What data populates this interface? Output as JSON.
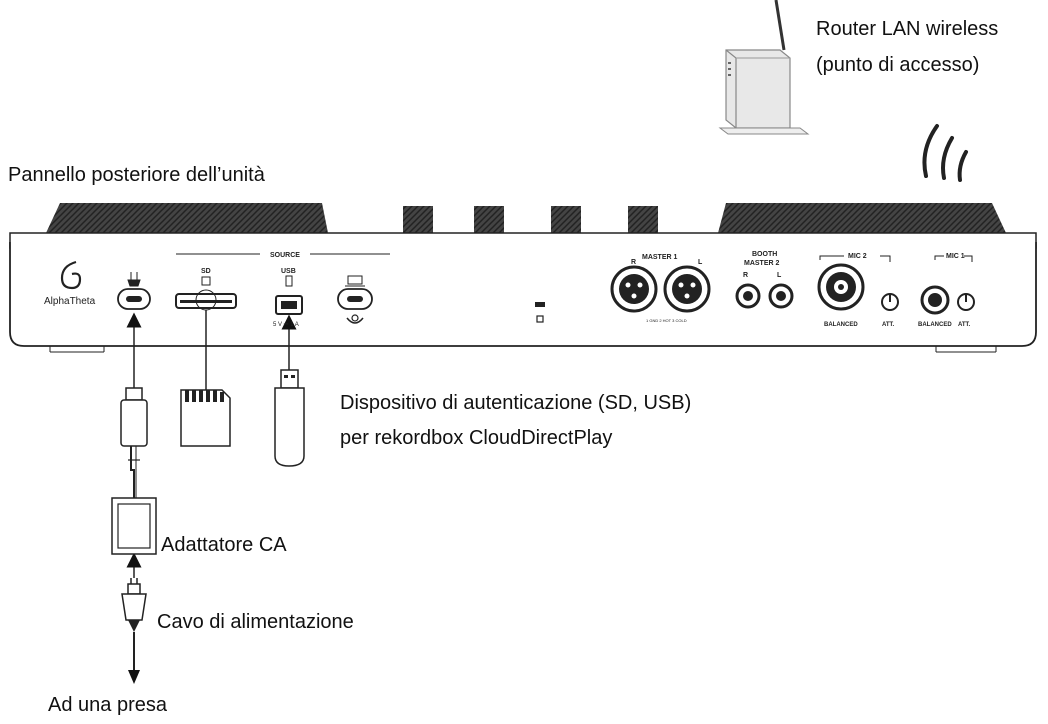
{
  "callouts": {
    "router_line1": "Router LAN wireless",
    "router_line2": "(punto di accesso)",
    "rear_panel": "Pannello posteriore dell’unità",
    "auth_line1": "Dispositivo di autenticazione (SD, USB)",
    "auth_line2": "per rekordbox CloudDirectPlay",
    "adapter": "Adattatore CA",
    "power_cable": "Cavo di alimentazione",
    "outlet": "Ad una presa"
  },
  "panel": {
    "brand": "AlphaTheta",
    "source_label": "SOURCE",
    "sd_label": "SD",
    "usb_label": "USB",
    "usb_rating": "5 V ⎓ 1 A",
    "master1_label": "MASTER 1",
    "master1_r": "R",
    "master1_l": "L",
    "booth_label": "BOOTH",
    "master2_label": "MASTER 2",
    "master2_r": "R",
    "master2_l": "L",
    "mic2_label": "MIC 2",
    "mic1_label": "MIC 1",
    "balanced_label": "BALANCED",
    "att_label": "ATT.",
    "xlr_pins": "1 GND  2 HOT  3 COLD"
  }
}
